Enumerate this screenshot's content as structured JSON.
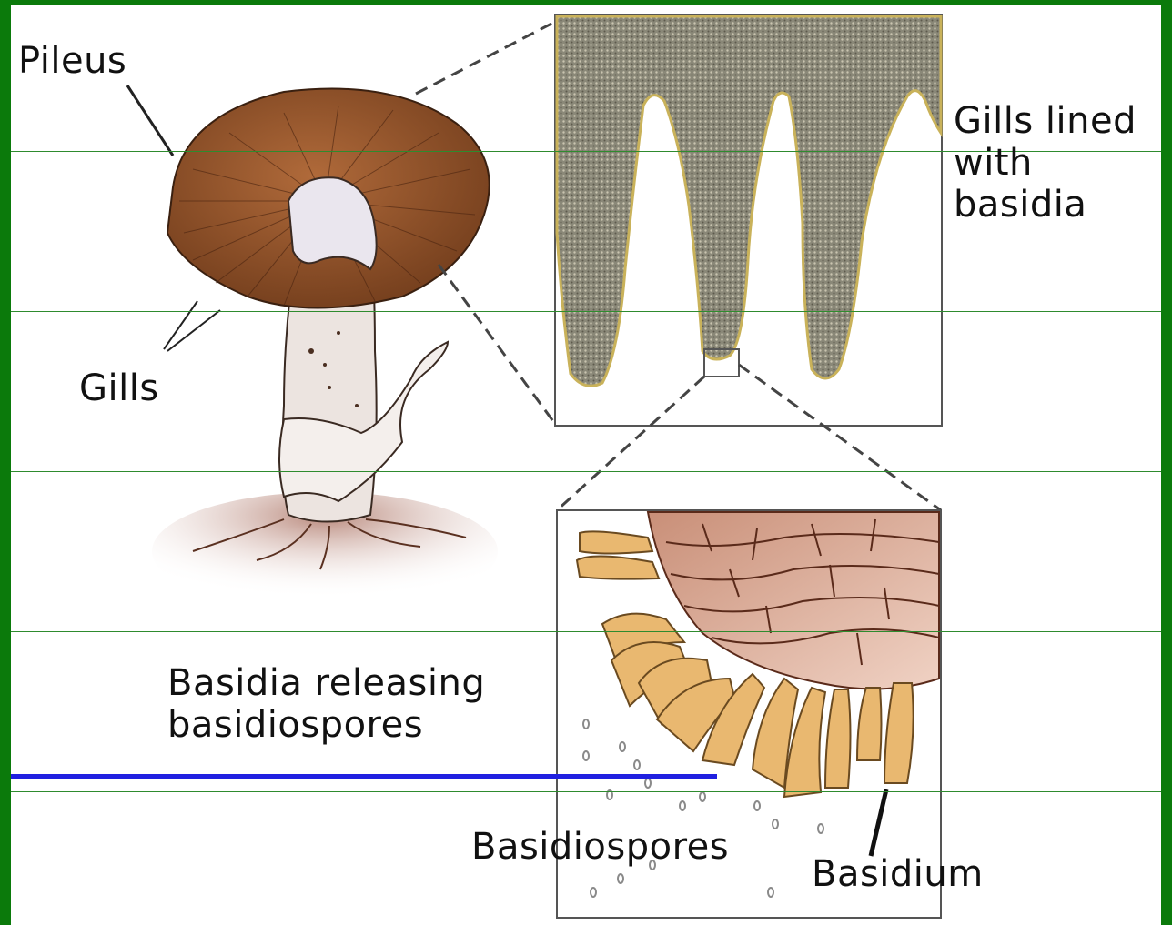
{
  "labels": {
    "pileus": "Pileus",
    "gills": "Gills",
    "gills_lined": "Gills lined\nwith\nbasidia",
    "basidia_releasing": "Basidia releasing\nbasidiospores",
    "basidiospores": "Basidiospores",
    "basidium": "Basidium"
  },
  "colors": {
    "frame": "#0b7a0b",
    "guide_line": "#2e8b2e",
    "pointer_line": "#2020e0",
    "cap": "#8b5028",
    "gill_tissue": "#7d7a6a",
    "basidia": "#e9b870"
  }
}
